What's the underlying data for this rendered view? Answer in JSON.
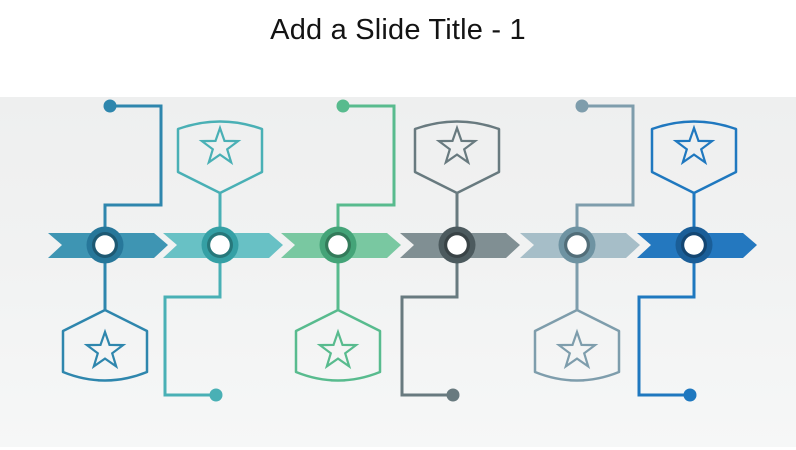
{
  "slide": {
    "title": "Add a Slide Title - 1"
  },
  "diagram": {
    "type": "chevron-timeline",
    "step_count": 6,
    "items": [
      {
        "name": "step-1",
        "badge_position": "below",
        "icon": "star-icon",
        "endpoint": "dot-above",
        "line_color": "#2e86ad",
        "chevron_color": "#3e95b3",
        "ring_color": "#27779a"
      },
      {
        "name": "step-2",
        "badge_position": "above",
        "icon": "star-icon",
        "endpoint": "dot-below",
        "line_color": "#49b0b5",
        "chevron_color": "#68c1c5",
        "ring_color": "#35a0a5"
      },
      {
        "name": "step-3",
        "badge_position": "below",
        "icon": "star-icon",
        "endpoint": "dot-above",
        "line_color": "#58bb8e",
        "chevron_color": "#79c8a1",
        "ring_color": "#44a478"
      },
      {
        "name": "step-4",
        "badge_position": "above",
        "icon": "star-icon",
        "endpoint": "dot-below",
        "line_color": "#687a7f",
        "chevron_color": "#808f93",
        "ring_color": "#4c5a5e"
      },
      {
        "name": "step-5",
        "badge_position": "below",
        "icon": "star-icon",
        "endpoint": "dot-above",
        "line_color": "#7e9dac",
        "chevron_color": "#a6bec8",
        "ring_color": "#6e93a2"
      },
      {
        "name": "step-6",
        "badge_position": "above",
        "icon": "star-icon",
        "endpoint": "dot-below",
        "line_color": "#1f78bf",
        "chevron_color": "#2478bf",
        "ring_color": "#1a5e98"
      }
    ],
    "node_center_color": "#ffffff",
    "background_band_color": "#f1f2f2",
    "slide_background_color": "#ffffff"
  }
}
